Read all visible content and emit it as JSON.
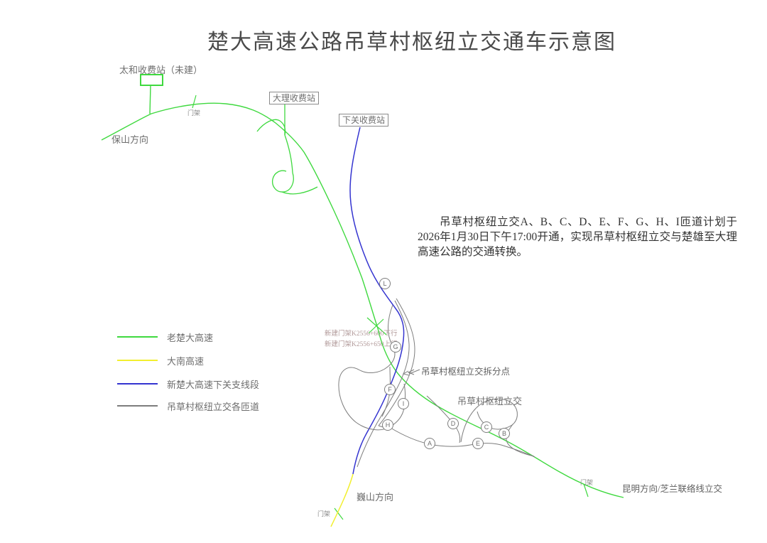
{
  "title": "楚大高速公路吊草村枢纽立交通车示意图",
  "notice": "吊草村枢纽立交A、B、C、D、E、F、G、H、I匝道计划于2026年1月30日下午17:00开通，实现吊草村枢纽立交与楚雄至大理高速公路的交通转换。",
  "colors": {
    "old_chuda_green": "#3fd93f",
    "danan_yellow": "#f2ef2f",
    "xiaguan_blue": "#3434d0",
    "ramp_gray": "#7d7d7d",
    "leader_gray": "#7d7d7d"
  },
  "legend": {
    "items": [
      {
        "label": "老楚大高速",
        "color": "#3fd93f"
      },
      {
        "label": "大南高速",
        "color": "#f2ef2f"
      },
      {
        "label": "新楚大高速下关支线段",
        "color": "#3434d0"
      },
      {
        "label": "吊草村枢纽立交各匝道",
        "color": "#7d7d7d"
      }
    ]
  },
  "toll_stations": {
    "taihe": "太和收费站（未建）",
    "dali": "大理收费站",
    "xiaguan": "下关收费站"
  },
  "directions": {
    "baoshan": "保山方向",
    "weishan": "巍山方向",
    "kunming": "昆明方向/芝兰联络线立交"
  },
  "gantries": {
    "generic": "门架",
    "new_down": "新建门架K2556+600下行",
    "new_up": "新建门架K2556+650上行"
  },
  "interchange": {
    "name": "吊草村枢纽立交",
    "split_point": "吊草村枢纽立交拆分点"
  },
  "ramp_labels": [
    "L",
    "G",
    "F",
    "I",
    "H",
    "A",
    "D",
    "C",
    "E",
    "B"
  ]
}
